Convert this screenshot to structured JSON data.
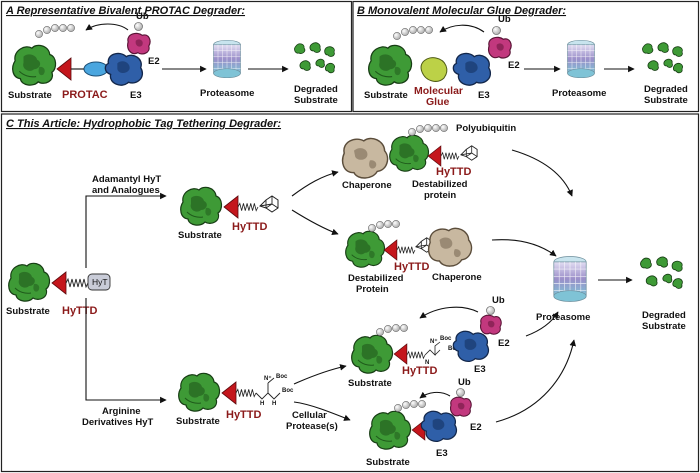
{
  "panels": {
    "a": {
      "title": "A Representative Bivalent PROTAC Degrader:"
    },
    "b": {
      "title": "B Monovalent Molecular Glue Degrader:"
    },
    "c": {
      "title": "C This Article: Hydrophobic Tag Tethering Degrader:"
    }
  },
  "labels": {
    "substrate": "Substrate",
    "ub": "Ub",
    "e2": "E2",
    "e3": "E3",
    "protac": "PROTAC",
    "proteasome": "Proteasome",
    "degraded_1": "Degraded",
    "degraded_2": "Substrate",
    "molecular": "Molecular",
    "glue": "Glue",
    "hyt": "HyT",
    "hyttd": "HyTTD",
    "adamantyl_1": "Adamantyl HyT",
    "adamantyl_2": "and Analogues",
    "arginine_1": "Arginine",
    "arginine_2": "Derivatives HyT",
    "chaperone": "Chaperone",
    "polyubiquitin": "Polyubiquitin",
    "destabilized": "Destabilized",
    "protein_lc": "protein",
    "protein_uc": "Protein",
    "cellular": "Cellular",
    "proteases": "Protease(s)",
    "boc": "Boc",
    "nh": "H",
    "n_atom": "N",
    "n_plus": "N⁺"
  },
  "colors": {
    "substrate": "#3e9a36",
    "e3": "#2f5fa8",
    "e2": "#c2387e",
    "ptac_red": "#c4161c",
    "glue": "#bcd147",
    "chaperone": "#c8b8a0",
    "ubiquitin": "#d6d6d6",
    "label_red": "#8b1a1a"
  }
}
